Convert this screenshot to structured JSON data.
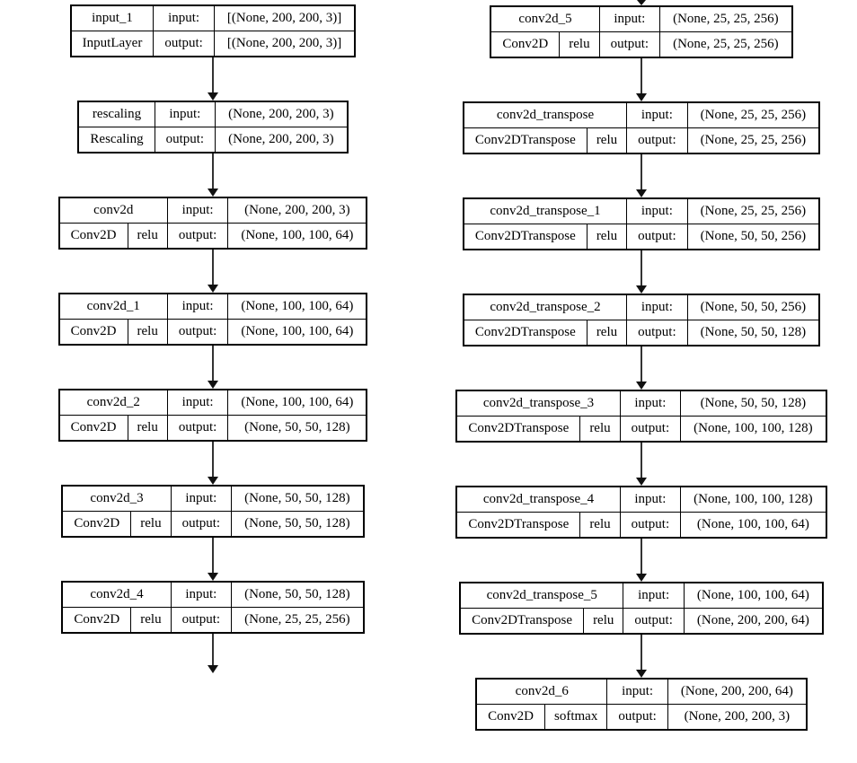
{
  "labels": {
    "input": "input:",
    "output": "output:"
  },
  "colors": {
    "background": "#ffffff",
    "node_border": "#000000",
    "node_fill": "#ffffff",
    "text": "#000000",
    "arrow_line": "#333333",
    "arrow_head": "#111111"
  },
  "columns": [
    {
      "nodes": [
        {
          "name": "input_1",
          "cls": "InputLayer",
          "in_shape": "[(None, 200, 200, 3)]",
          "out_shape": "[(None, 200, 200, 3)]"
        },
        {
          "name": "rescaling",
          "cls": "Rescaling",
          "in_shape": "(None, 200, 200, 3)",
          "out_shape": "(None, 200, 200, 3)"
        },
        {
          "name": "conv2d",
          "cls": "Conv2D",
          "activation": "relu",
          "in_shape": "(None, 200, 200, 3)",
          "out_shape": "(None, 100, 100, 64)"
        },
        {
          "name": "conv2d_1",
          "cls": "Conv2D",
          "activation": "relu",
          "in_shape": "(None, 100, 100, 64)",
          "out_shape": "(None, 100, 100, 64)"
        },
        {
          "name": "conv2d_2",
          "cls": "Conv2D",
          "activation": "relu",
          "in_shape": "(None, 100, 100, 64)",
          "out_shape": "(None, 50, 50, 128)"
        },
        {
          "name": "conv2d_3",
          "cls": "Conv2D",
          "activation": "relu",
          "in_shape": "(None, 50, 50, 128)",
          "out_shape": "(None, 50, 50, 128)"
        },
        {
          "name": "conv2d_4",
          "cls": "Conv2D",
          "activation": "relu",
          "in_shape": "(None, 50, 50, 128)",
          "out_shape": "(None, 25, 25, 256)"
        }
      ]
    },
    {
      "nodes": [
        {
          "name": "conv2d_5",
          "cls": "Conv2D",
          "activation": "relu",
          "in_shape": "(None, 25, 25, 256)",
          "out_shape": "(None, 25, 25, 256)"
        },
        {
          "name": "conv2d_transpose",
          "cls": "Conv2DTranspose",
          "activation": "relu",
          "in_shape": "(None, 25, 25, 256)",
          "out_shape": "(None, 25, 25, 256)"
        },
        {
          "name": "conv2d_transpose_1",
          "cls": "Conv2DTranspose",
          "activation": "relu",
          "in_shape": "(None, 25, 25, 256)",
          "out_shape": "(None, 50, 50, 256)"
        },
        {
          "name": "conv2d_transpose_2",
          "cls": "Conv2DTranspose",
          "activation": "relu",
          "in_shape": "(None, 50, 50, 256)",
          "out_shape": "(None, 50, 50, 128)"
        },
        {
          "name": "conv2d_transpose_3",
          "cls": "Conv2DTranspose",
          "activation": "relu",
          "in_shape": "(None, 50, 50, 128)",
          "out_shape": "(None, 100, 100, 128)"
        },
        {
          "name": "conv2d_transpose_4",
          "cls": "Conv2DTranspose",
          "activation": "relu",
          "in_shape": "(None, 100, 100, 128)",
          "out_shape": "(None, 100, 100, 64)"
        },
        {
          "name": "conv2d_transpose_5",
          "cls": "Conv2DTranspose",
          "activation": "relu",
          "in_shape": "(None, 100, 100, 64)",
          "out_shape": "(None, 200, 200, 64)"
        },
        {
          "name": "conv2d_6",
          "cls": "Conv2D",
          "activation": "softmax",
          "in_shape": "(None, 200, 200, 64)",
          "out_shape": "(None, 200, 200, 3)"
        }
      ]
    }
  ]
}
